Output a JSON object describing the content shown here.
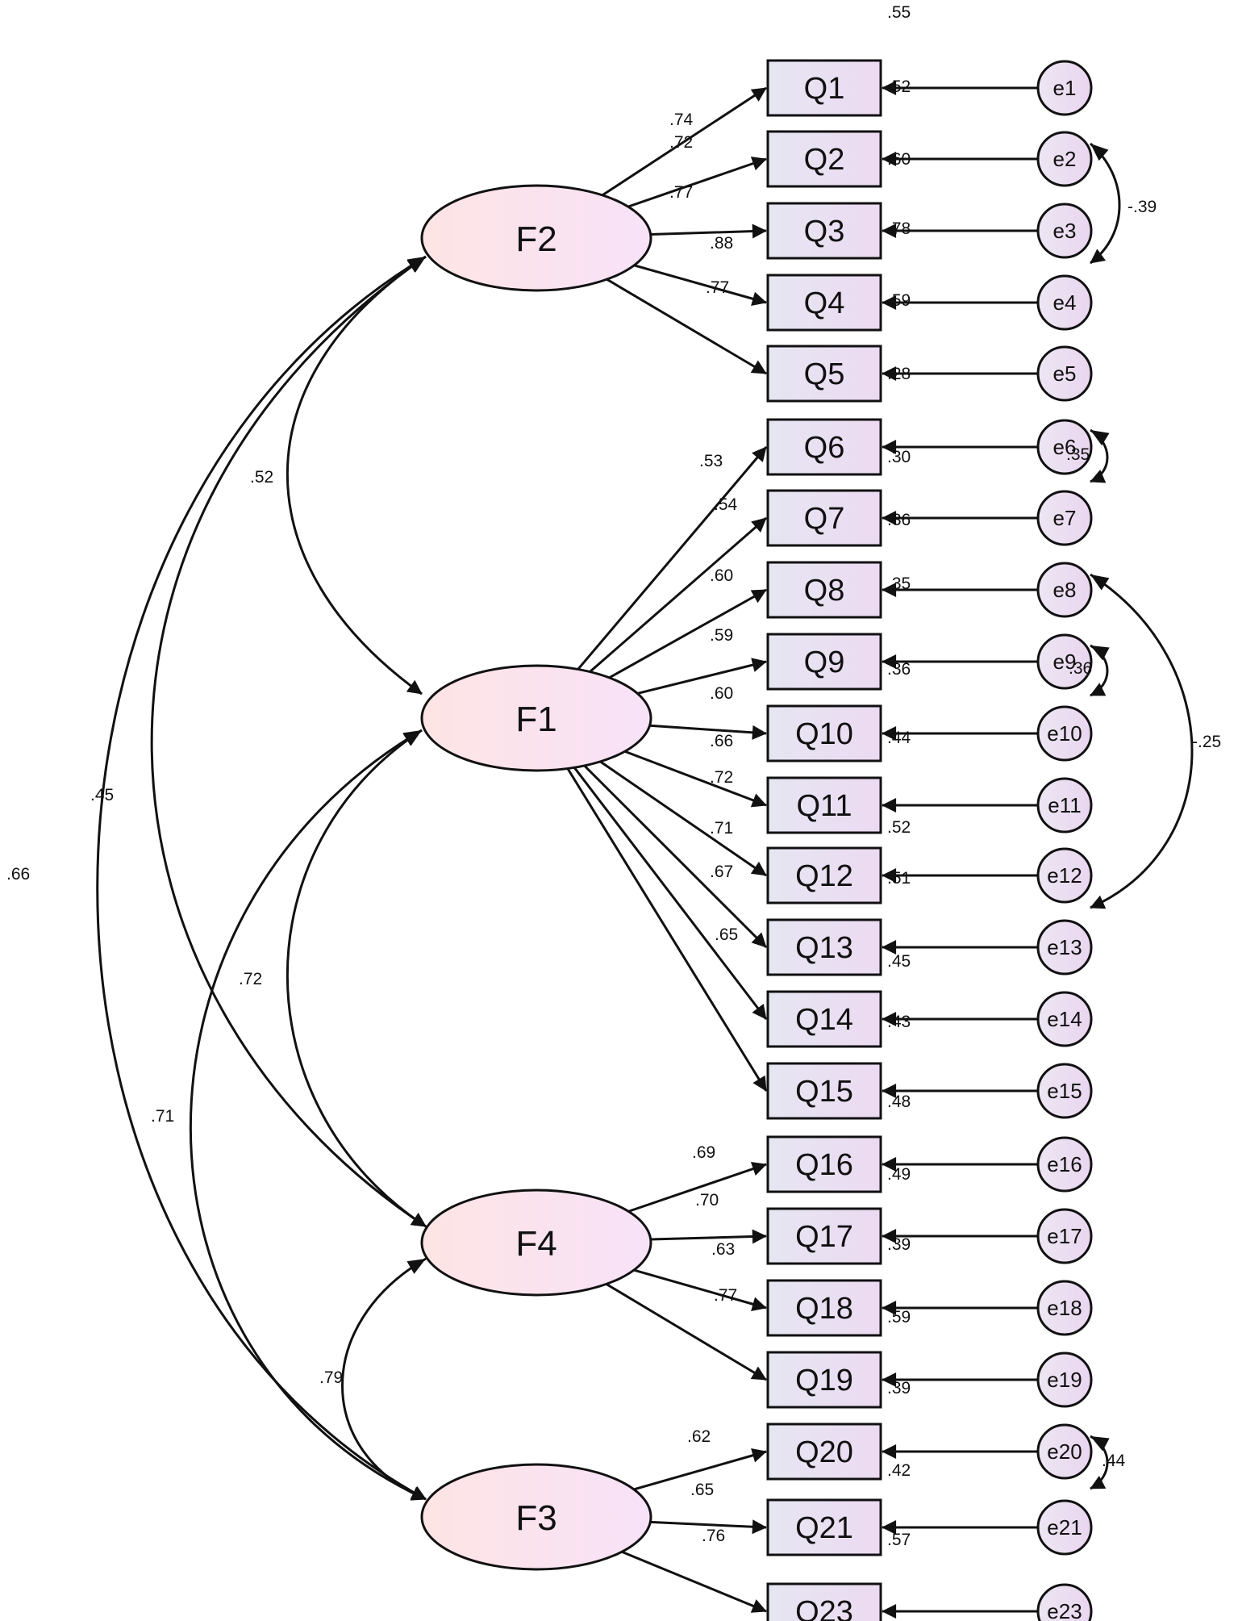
{
  "latents": [
    {
      "id": "F2",
      "label": "F2"
    },
    {
      "id": "F1",
      "label": "F1"
    },
    {
      "id": "F4",
      "label": "F4"
    },
    {
      "id": "F3",
      "label": "F3"
    }
  ],
  "observed": [
    {
      "id": "Q1",
      "label": "Q1",
      "error": "e1",
      "factor": "F2",
      "loading": ".74",
      "r2": ".55"
    },
    {
      "id": "Q2",
      "label": "Q2",
      "error": "e2",
      "factor": "F2",
      "loading": ".72",
      "r2": ".52"
    },
    {
      "id": "Q3",
      "label": "Q3",
      "error": "e3",
      "factor": "F2",
      "loading": ".77",
      "r2": ".60"
    },
    {
      "id": "Q4",
      "label": "Q4",
      "error": "e4",
      "factor": "F2",
      "loading": ".88",
      "r2": ".78"
    },
    {
      "id": "Q5",
      "label": "Q5",
      "error": "e5",
      "factor": "F2",
      "loading": ".77",
      "r2": ".59"
    },
    {
      "id": "Q6",
      "label": "Q6",
      "error": "e6",
      "factor": "F1",
      "loading": ".53",
      "r2": ".28"
    },
    {
      "id": "Q7",
      "label": "Q7",
      "error": "e7",
      "factor": "F1",
      "loading": ".54",
      "r2": ".30"
    },
    {
      "id": "Q8",
      "label": "Q8",
      "error": "e8",
      "factor": "F1",
      "loading": ".60",
      "r2": ".36"
    },
    {
      "id": "Q9",
      "label": "Q9",
      "error": "e9",
      "factor": "F1",
      "loading": ".59",
      "r2": ".35"
    },
    {
      "id": "Q10",
      "label": "Q10",
      "error": "e10",
      "factor": "F1",
      "loading": ".60",
      "r2": ".36"
    },
    {
      "id": "Q11",
      "label": "Q11",
      "error": "e11",
      "factor": "F1",
      "loading": ".66",
      "r2": ".44"
    },
    {
      "id": "Q12",
      "label": "Q12",
      "error": "e12",
      "factor": "F1",
      "loading": ".72",
      "r2": ".52"
    },
    {
      "id": "Q13",
      "label": "Q13",
      "error": "e13",
      "factor": "F1",
      "loading": ".71",
      "r2": ".51"
    },
    {
      "id": "Q14",
      "label": "Q14",
      "error": "e14",
      "factor": "F1",
      "loading": ".67",
      "r2": ".45"
    },
    {
      "id": "Q15",
      "label": "Q15",
      "error": "e15",
      "factor": "F1",
      "loading": ".65",
      "r2": ".43"
    },
    {
      "id": "Q16",
      "label": "Q16",
      "error": "e16",
      "factor": "F4",
      "loading": ".69",
      "r2": ".48"
    },
    {
      "id": "Q17",
      "label": "Q17",
      "error": "e17",
      "factor": "F4",
      "loading": ".70",
      "r2": ".49"
    },
    {
      "id": "Q18",
      "label": "Q18",
      "error": "e18",
      "factor": "F4",
      "loading": ".63",
      "r2": ".39"
    },
    {
      "id": "Q19",
      "label": "Q19",
      "error": "e19",
      "factor": "F4",
      "loading": ".77",
      "r2": ".59"
    },
    {
      "id": "Q20",
      "label": "Q20",
      "error": "e20",
      "factor": "F3",
      "loading": ".62",
      "r2": ".39"
    },
    {
      "id": "Q21",
      "label": "Q21",
      "error": "e21",
      "factor": "F3",
      "loading": ".65",
      "r2": ".42"
    },
    {
      "id": "Q23",
      "label": "Q23",
      "error": "e23",
      "factor": "F3",
      "loading": ".76",
      "r2": ".57"
    }
  ],
  "factor_correlations": [
    {
      "from": "F2",
      "to": "F1",
      "value": ".52"
    },
    {
      "from": "F2",
      "to": "F4",
      "value": ".45"
    },
    {
      "from": "F2",
      "to": "F3",
      "value": ".66"
    },
    {
      "from": "F1",
      "to": "F4",
      "value": ".72"
    },
    {
      "from": "F1",
      "to": "F3",
      "value": ".71"
    },
    {
      "from": "F4",
      "to": "F3",
      "value": ".79"
    }
  ],
  "error_covariances": [
    {
      "from": "e2",
      "to": "e4",
      "value": "-.39"
    },
    {
      "from": "e6",
      "to": "e7",
      "value": ".35"
    },
    {
      "from": "e9",
      "to": "e10",
      "value": ".36"
    },
    {
      "from": "e8",
      "to": "e13",
      "value": "-.25"
    },
    {
      "from": "e20",
      "to": "e21",
      "value": ".44"
    }
  ]
}
